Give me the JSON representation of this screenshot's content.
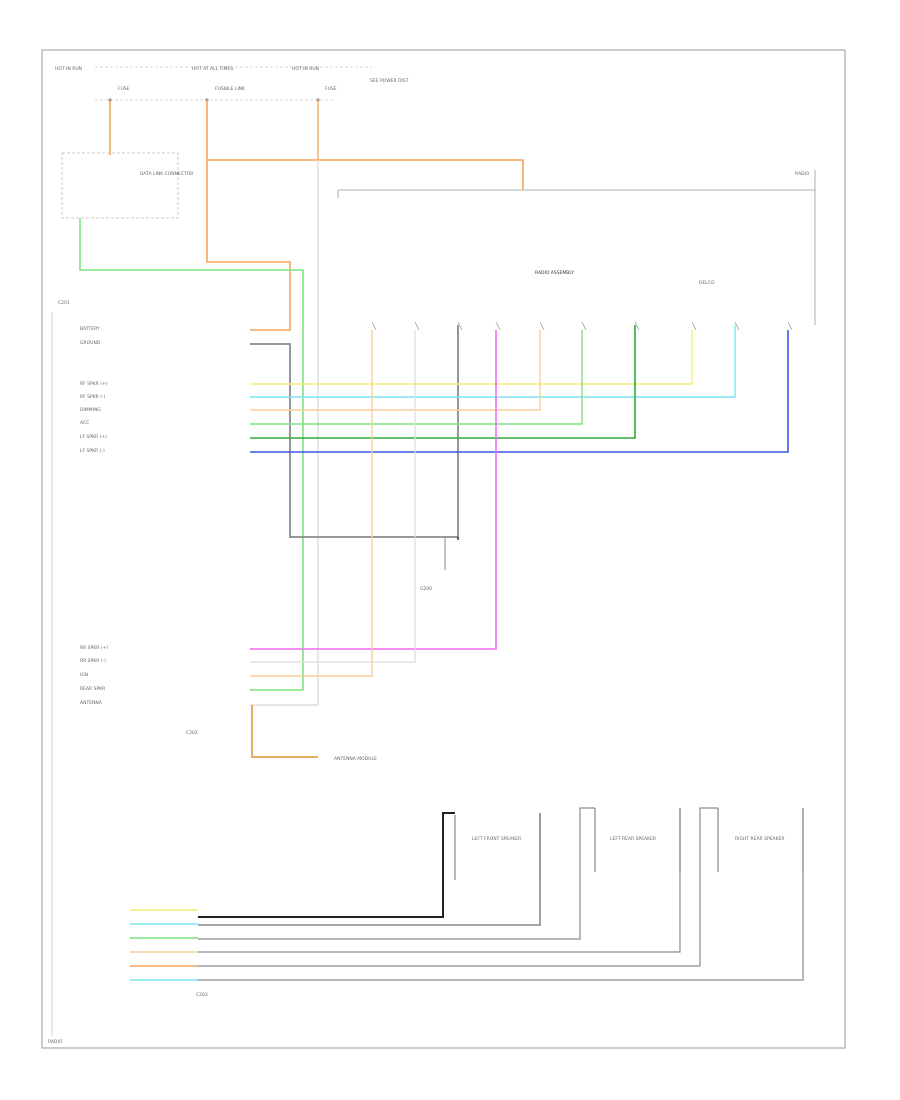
{
  "colors": {
    "orange": "#f5a35a",
    "tan": "#e6a14a",
    "green": "#7ee27e",
    "yellow": "#f3ef7a",
    "cyan": "#7fe6ef",
    "lightorange": "#f7cf9a",
    "forest": "#2faa3a",
    "blue": "#3f57e8",
    "magenta": "#f06cf0",
    "gray": "#8a8a8a",
    "black": "#222222",
    "frame": "#aaaaaa",
    "pale": "#dddddd"
  },
  "labels": {
    "header_left": "HOT IN RUN",
    "header_mid": "HOT AT ALL TIMES",
    "header_right": "HOT IN RUN",
    "fuse_left": "FUSE",
    "fuse_mid": "FUSIBLE LINK",
    "fuse_right": "FUSE",
    "panel_note": "SEE POWER DIST",
    "switch_title": "DATA LINK CONNECTOR",
    "module_title": "RADIO ASSEMBLY",
    "module_note": "DELCO",
    "ground_note": "G200",
    "bottom_note": "ANTENNA MODULE",
    "speaker_left": "LEFT FRONT SPEAKER",
    "speaker_mid": "LEFT REAR SPEAKER",
    "speaker_right": "RIGHT REAR SPEAKER",
    "connector_a": "C201",
    "connector_b": "C202",
    "connector_c": "C203",
    "corner": "RADIO",
    "pin_battery": "BATTERY",
    "pin_ground": "GROUND",
    "pin_l1": "RF SPKR (+)",
    "pin_l2": "RF SPKR (-)",
    "pin_l3": "DIMMING",
    "pin_l4": "ACC",
    "pin_l5": "LF SPKR (+)",
    "pin_l6": "LF SPKR (-)",
    "pin_b1": "RR SPKR (+)",
    "pin_b2": "RR SPKR (-)",
    "pin_b3": "IGN",
    "pin_b4": "REAR SPKR",
    "pin_b5": "ANTENNA"
  }
}
